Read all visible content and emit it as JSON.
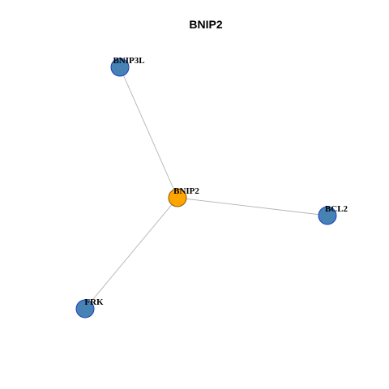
{
  "title": "BNIP2",
  "colors": {
    "center_node": "#ffa500",
    "neighbor_node": "#4682b4",
    "edge": "#b3b3b3"
  },
  "nodes": [
    {
      "id": "BNIP2",
      "label": "BNIP2",
      "role": "center"
    },
    {
      "id": "BNIP3L",
      "label": "BNIP3L",
      "role": "neighbor"
    },
    {
      "id": "BCL2",
      "label": "BCL2",
      "role": "neighbor"
    },
    {
      "id": "FRK",
      "label": "FRK",
      "role": "neighbor"
    }
  ],
  "edges": [
    {
      "source": "BNIP2",
      "target": "BNIP3L"
    },
    {
      "source": "BNIP2",
      "target": "BCL2"
    },
    {
      "source": "BNIP2",
      "target": "FRK"
    }
  ]
}
